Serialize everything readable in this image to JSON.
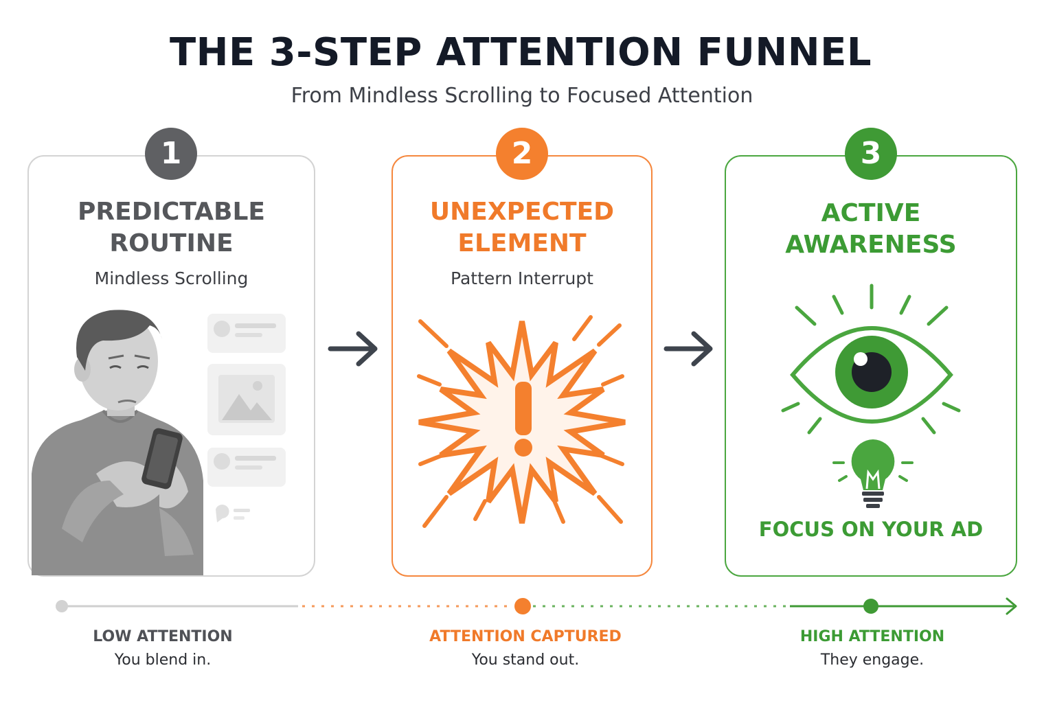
{
  "title": "THE 3-STEP ATTENTION FUNNEL",
  "subtitle": "From Mindless Scrolling to Focused Attention",
  "colors": {
    "neutral": "#5f6063",
    "orange": "#f4802e",
    "green": "#3f9a35",
    "dark": "#141a27"
  },
  "steps": [
    {
      "number": "1",
      "title_line1": "PREDICTABLE",
      "title_line2": "ROUTINE",
      "subtitle": "Mindless Scrolling",
      "icon": "person-scrolling-phone-icon"
    },
    {
      "number": "2",
      "title_line1": "UNEXPECTED",
      "title_line2": "ELEMENT",
      "subtitle": "Pattern Interrupt",
      "icon": "exclamation-burst-icon"
    },
    {
      "number": "3",
      "title_line1": "ACTIVE",
      "title_line2": "AWARENESS",
      "caption": "FOCUS ON YOUR AD",
      "icon": "eye-and-lightbulb-icon"
    }
  ],
  "timeline": [
    {
      "label": "LOW ATTENTION",
      "desc": "You blend in."
    },
    {
      "label": "ATTENTION CAPTURED",
      "desc": "You stand out."
    },
    {
      "label": "HIGH ATTENTION",
      "desc": "They engage."
    }
  ]
}
